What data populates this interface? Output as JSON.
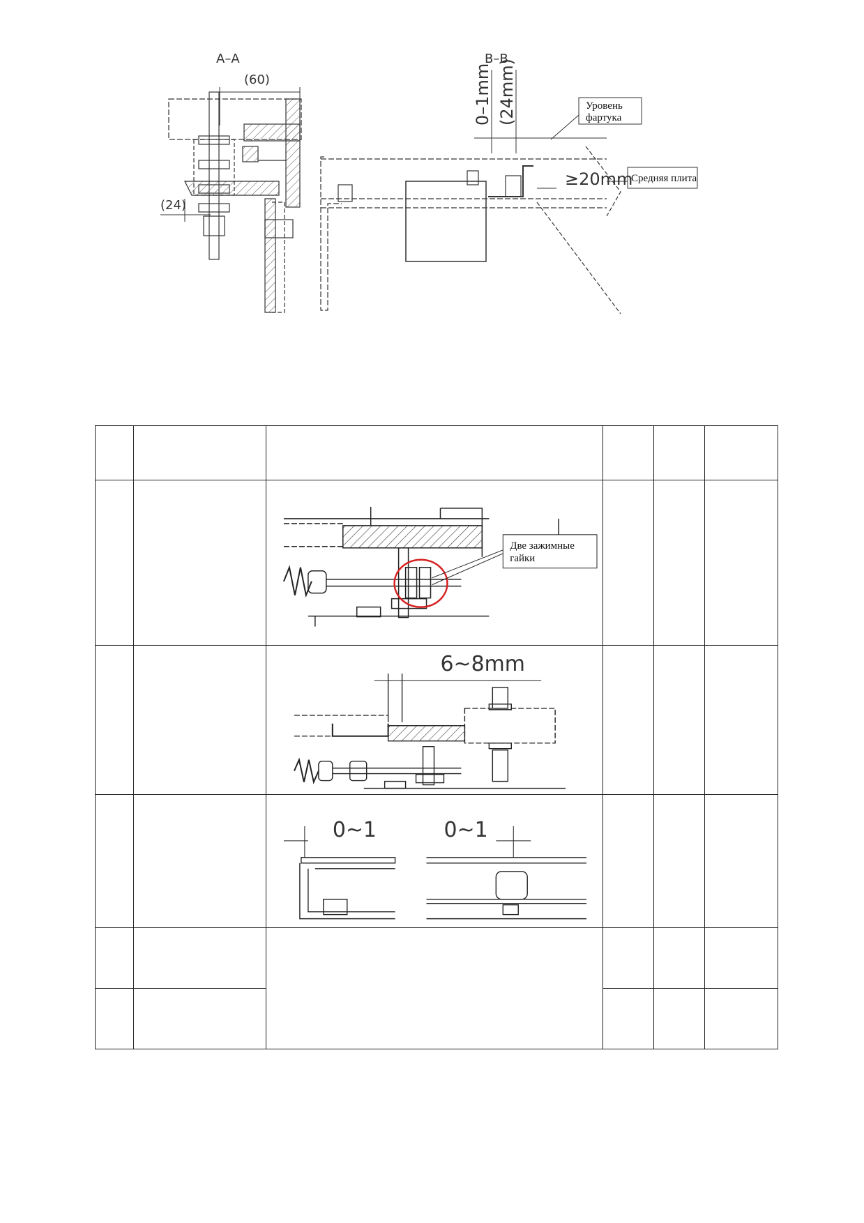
{
  "top_figure": {
    "view_a_title": "A–A",
    "view_a_dim_60": "(60)",
    "view_a_dim_24": "(24)",
    "view_b_title": "B–B",
    "view_b_dim_gap": "0–1mm",
    "view_b_dim_height": "(24mm)",
    "view_b_dim_min": "≥20mm",
    "callout_apron_level": [
      "Уровень",
      "фартука"
    ],
    "callout_middle_plate": "Средняя плита"
  },
  "table": {
    "header": [
      "",
      "",
      "",
      "",
      "",
      ""
    ],
    "rows": [
      {
        "cells": [
          "",
          "",
          "",
          "",
          ""
        ],
        "figure_callout": [
          "Две зажимные",
          "гайки"
        ],
        "highlight_color": "#d62020"
      },
      {
        "cells": [
          "",
          "",
          "",
          "",
          ""
        ],
        "figure_dim": "6~8mm"
      },
      {
        "cells": [
          "",
          "",
          "",
          "",
          ""
        ],
        "figure_dim_left": "0~1",
        "figure_dim_right": "0~1"
      },
      {
        "cells": [
          "",
          "",
          "",
          "",
          ""
        ]
      },
      {
        "cells": [
          "",
          "",
          "",
          "",
          ""
        ]
      }
    ]
  }
}
